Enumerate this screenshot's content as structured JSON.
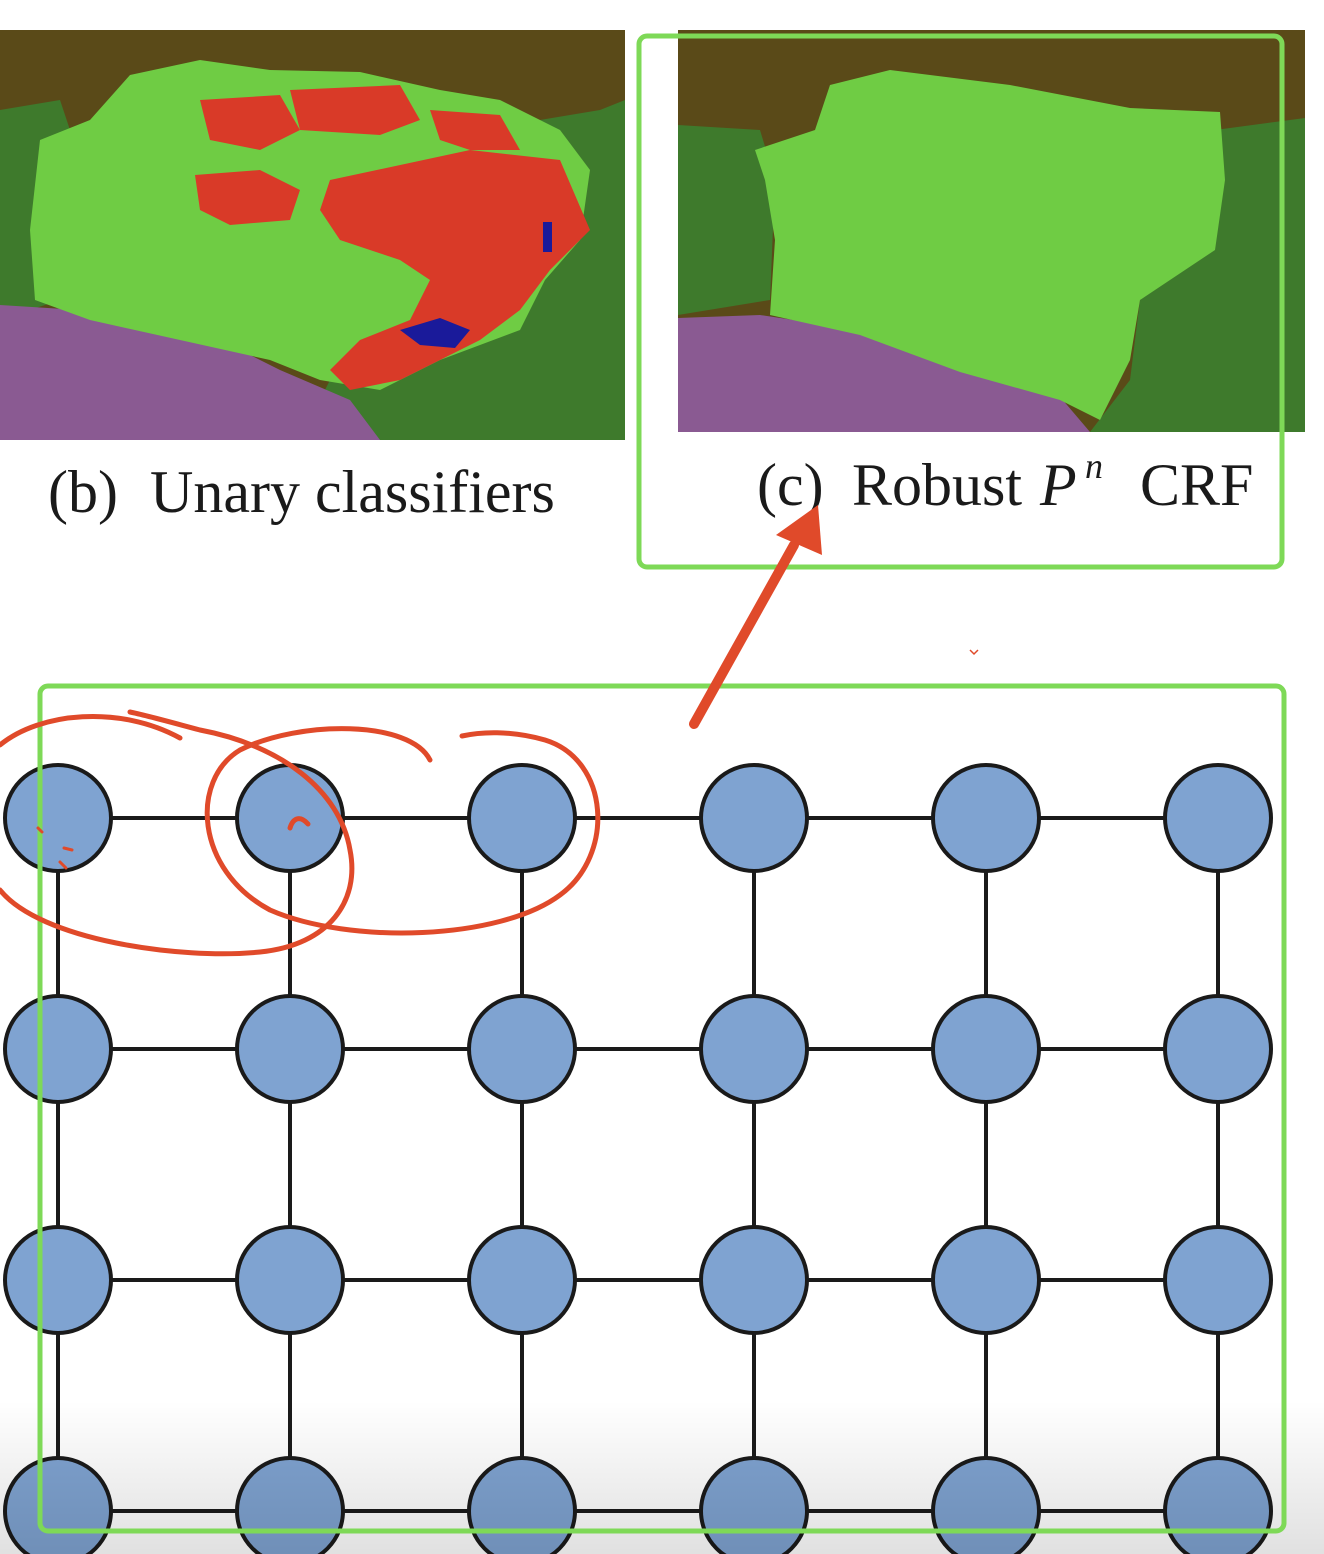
{
  "panels": [
    {
      "id": "b",
      "caption_label": "(b)",
      "caption_text": "Unary classifiers"
    },
    {
      "id": "c",
      "caption_label": "(c)",
      "caption_text_robust": "Robust",
      "caption_math_base": "P",
      "caption_math_sup": "n",
      "caption_text_crf": "CRF"
    }
  ],
  "grid": {
    "rows": 4,
    "cols": 6,
    "node_color": "#7fa3d1",
    "edge_color": "#1a1a1a"
  },
  "colors": {
    "background_soil": "#5a4a18",
    "vegetation": "#3e7a2c",
    "object_green": "#6fcc44",
    "error_red": "#d93a28",
    "road_purple": "#8a5a92",
    "noise_blue": "#1a1a9a",
    "highlight_box": "#7ed957",
    "annotation_red": "#e04a2a"
  }
}
